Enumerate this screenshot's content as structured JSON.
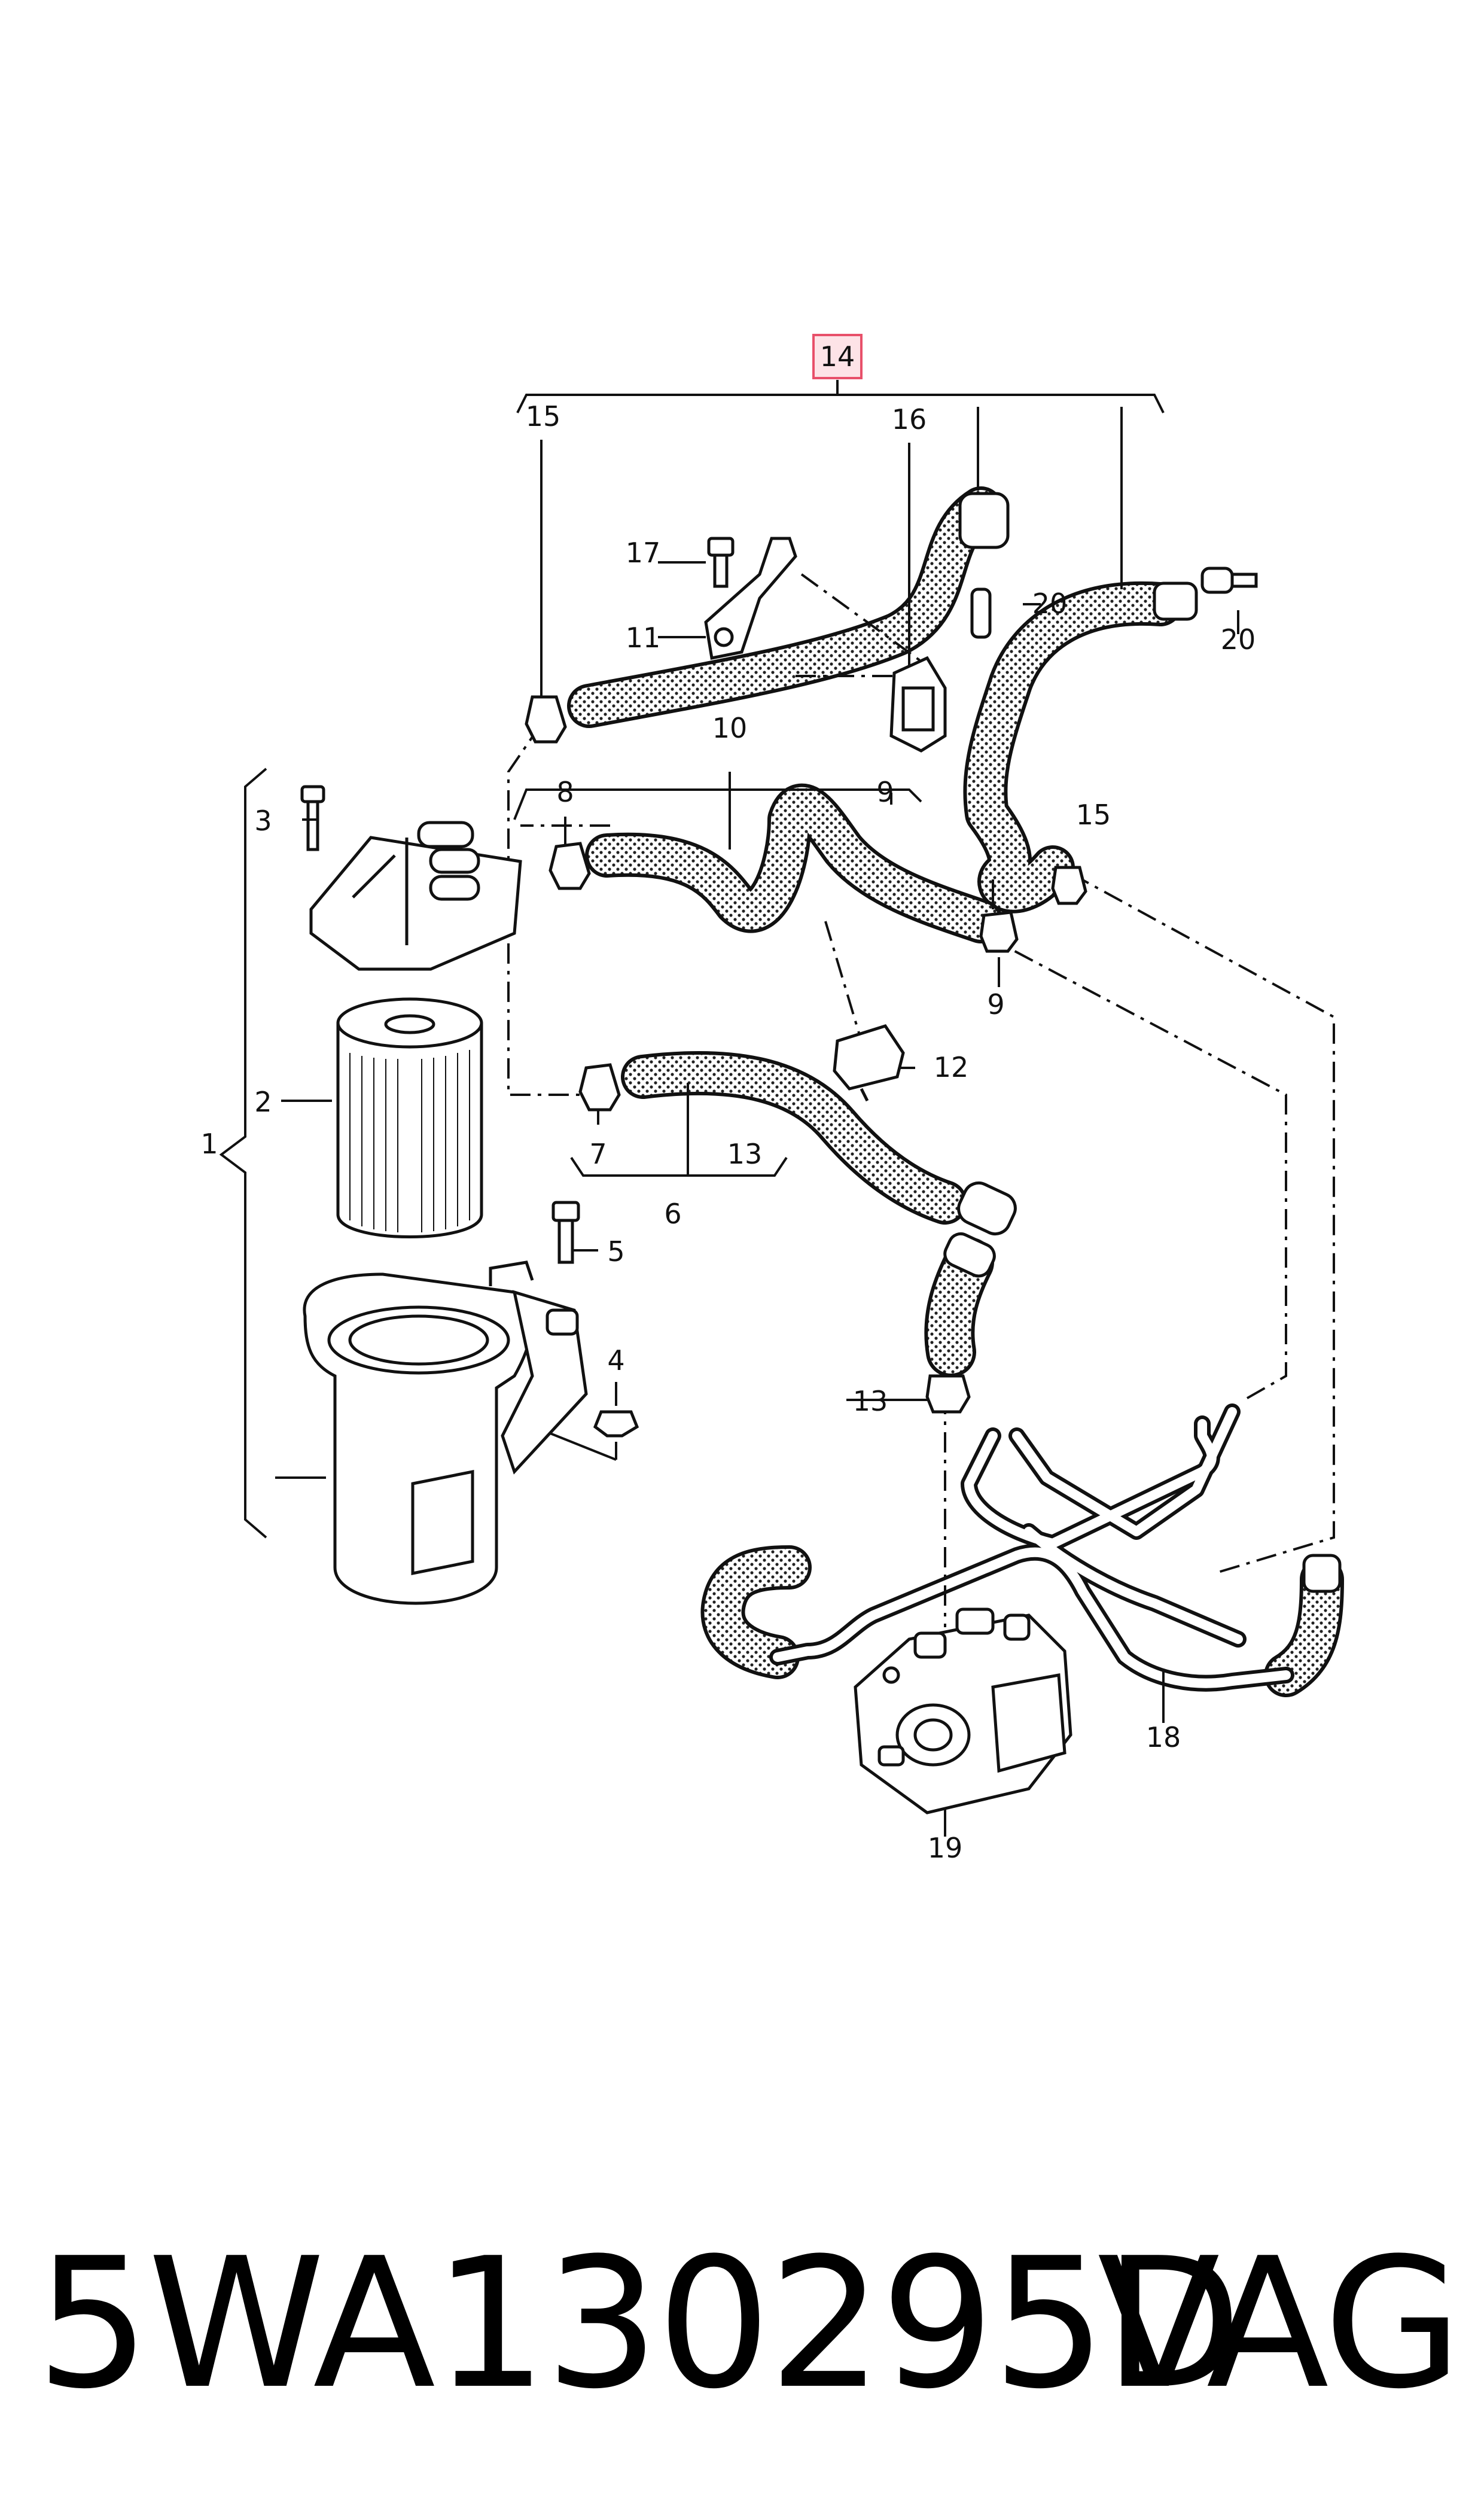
{
  "diagram": {
    "callouts": {
      "c1": "1",
      "c2": "2",
      "c3": "3",
      "c4": "4",
      "c5": "5",
      "c6": "6",
      "c7": "7",
      "c8": "8",
      "c9a": "9",
      "c9b": "9",
      "c10": "10",
      "c11": "11",
      "c12": "12",
      "c13a": "13",
      "c13b": "13",
      "c14": "14",
      "c15a": "15",
      "c15b": "15",
      "c16": "16",
      "c17": "17",
      "c18": "18",
      "c19": "19",
      "c20a": "20",
      "c20b": "20"
    },
    "highlight_color": "#e8506a",
    "highlight_fill": "#fde3e7"
  },
  "footer": {
    "part_number": "5WA130295D",
    "brand": "VAG"
  }
}
